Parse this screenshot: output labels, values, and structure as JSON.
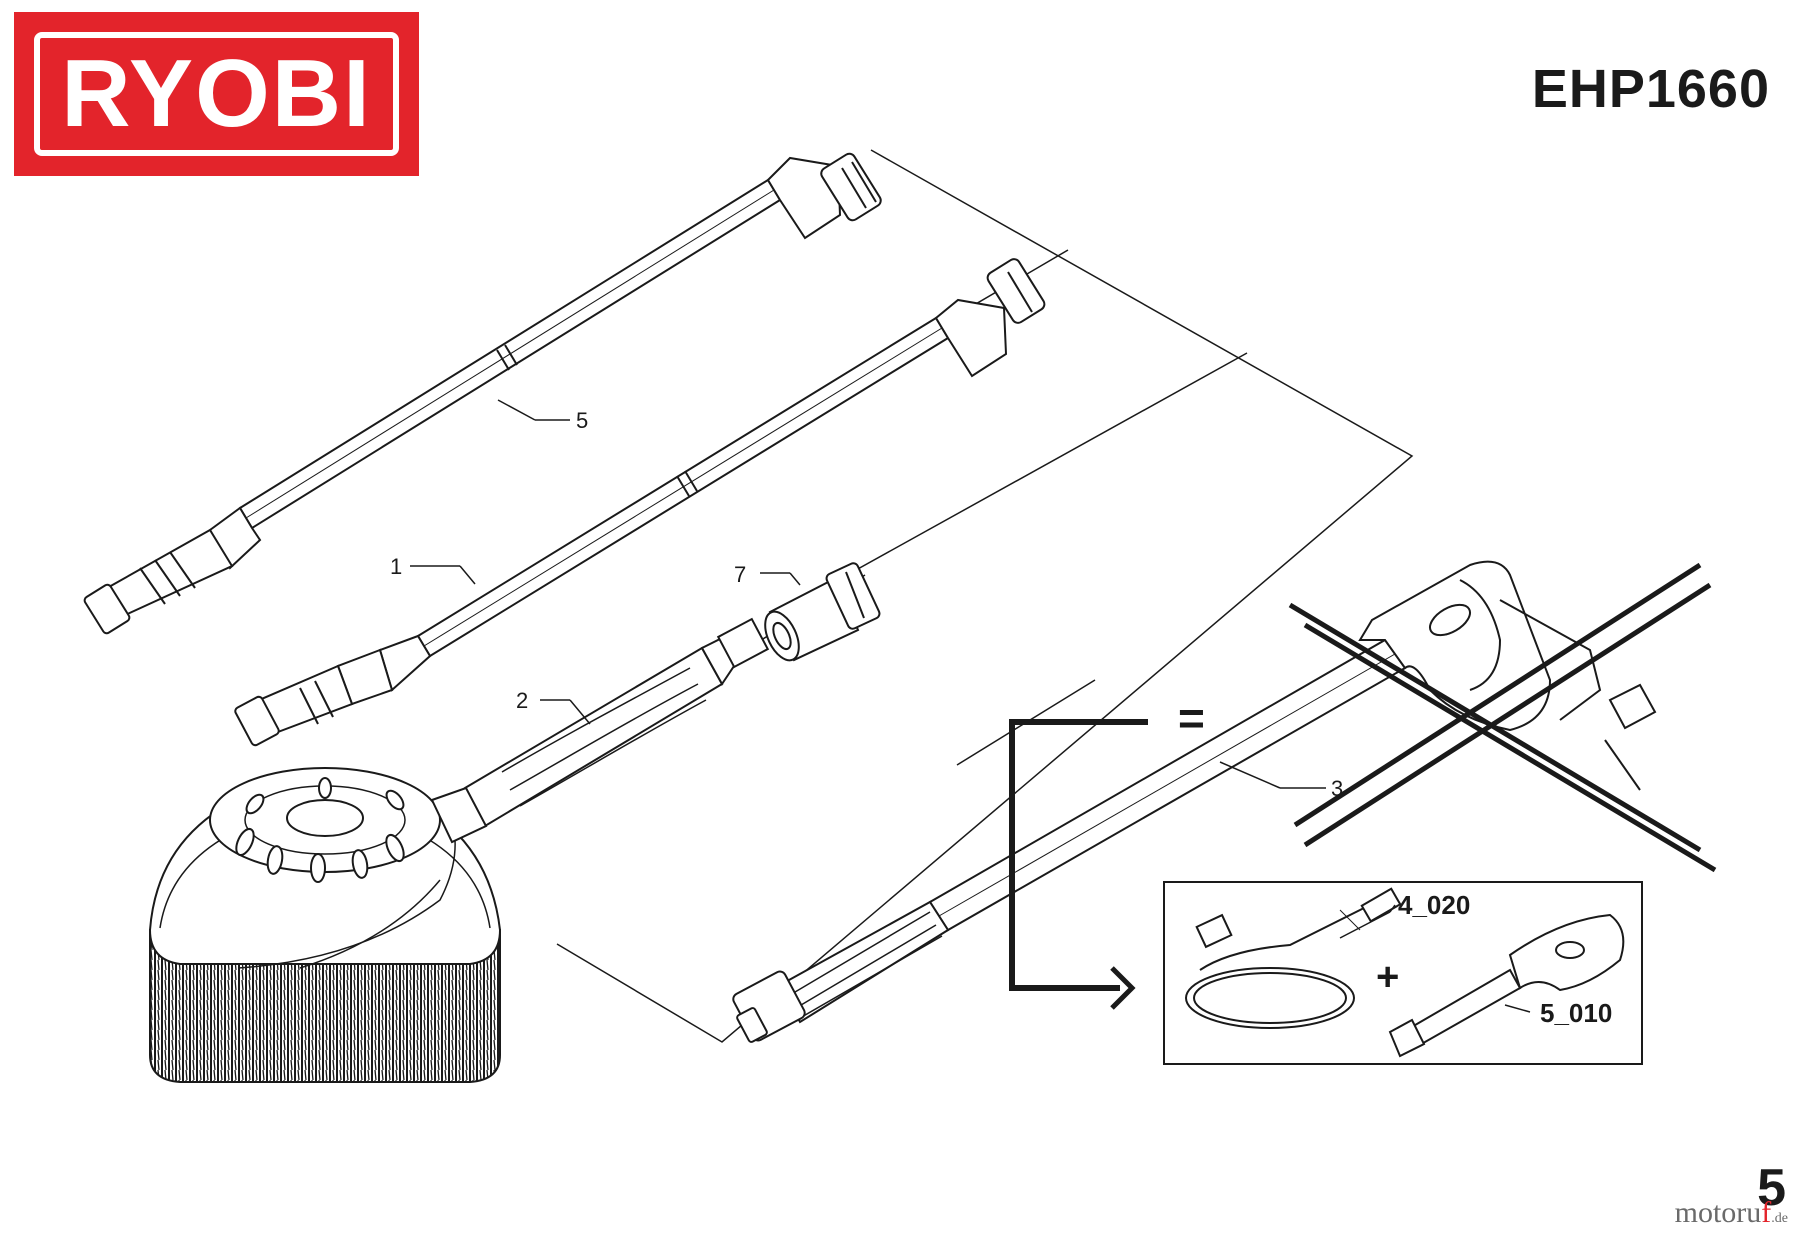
{
  "header": {
    "brand": "RYOBI",
    "model": "EHP1660"
  },
  "colors": {
    "brand_red": "#e3242b",
    "line": "#1a1a1a"
  },
  "callouts": {
    "p1": "1",
    "p2": "2",
    "p3": "3",
    "p5": "5",
    "p7": "7",
    "equals": "=",
    "plus": "+",
    "r4": "4_020",
    "r5": "5_010"
  },
  "footer": {
    "page_number": "5",
    "watermark_main": "motoru",
    "watermark_accent": "f",
    "watermark_tld": ".de"
  }
}
